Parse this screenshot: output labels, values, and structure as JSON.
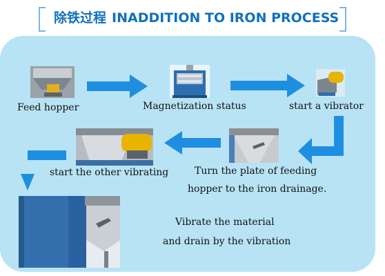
{
  "title": {
    "chinese": "除铁过程",
    "english": "INADDITION TO IRON PROCESS"
  },
  "steps": [
    {
      "label": "Feed hopper"
    },
    {
      "label": "Magnetization status"
    },
    {
      "label": "start a vibrator"
    },
    {
      "label_lines": [
        "Turn the plate of feeding",
        "hopper to the iron drainage."
      ]
    },
    {
      "label": "start the other vibrating"
    },
    {
      "label_lines": [
        "Vibrate the material",
        "and drain by the vibration"
      ]
    }
  ],
  "colors": {
    "accent": "#1270b8",
    "panel": "#b8e3f5",
    "arrow": "#1e8fe0"
  }
}
